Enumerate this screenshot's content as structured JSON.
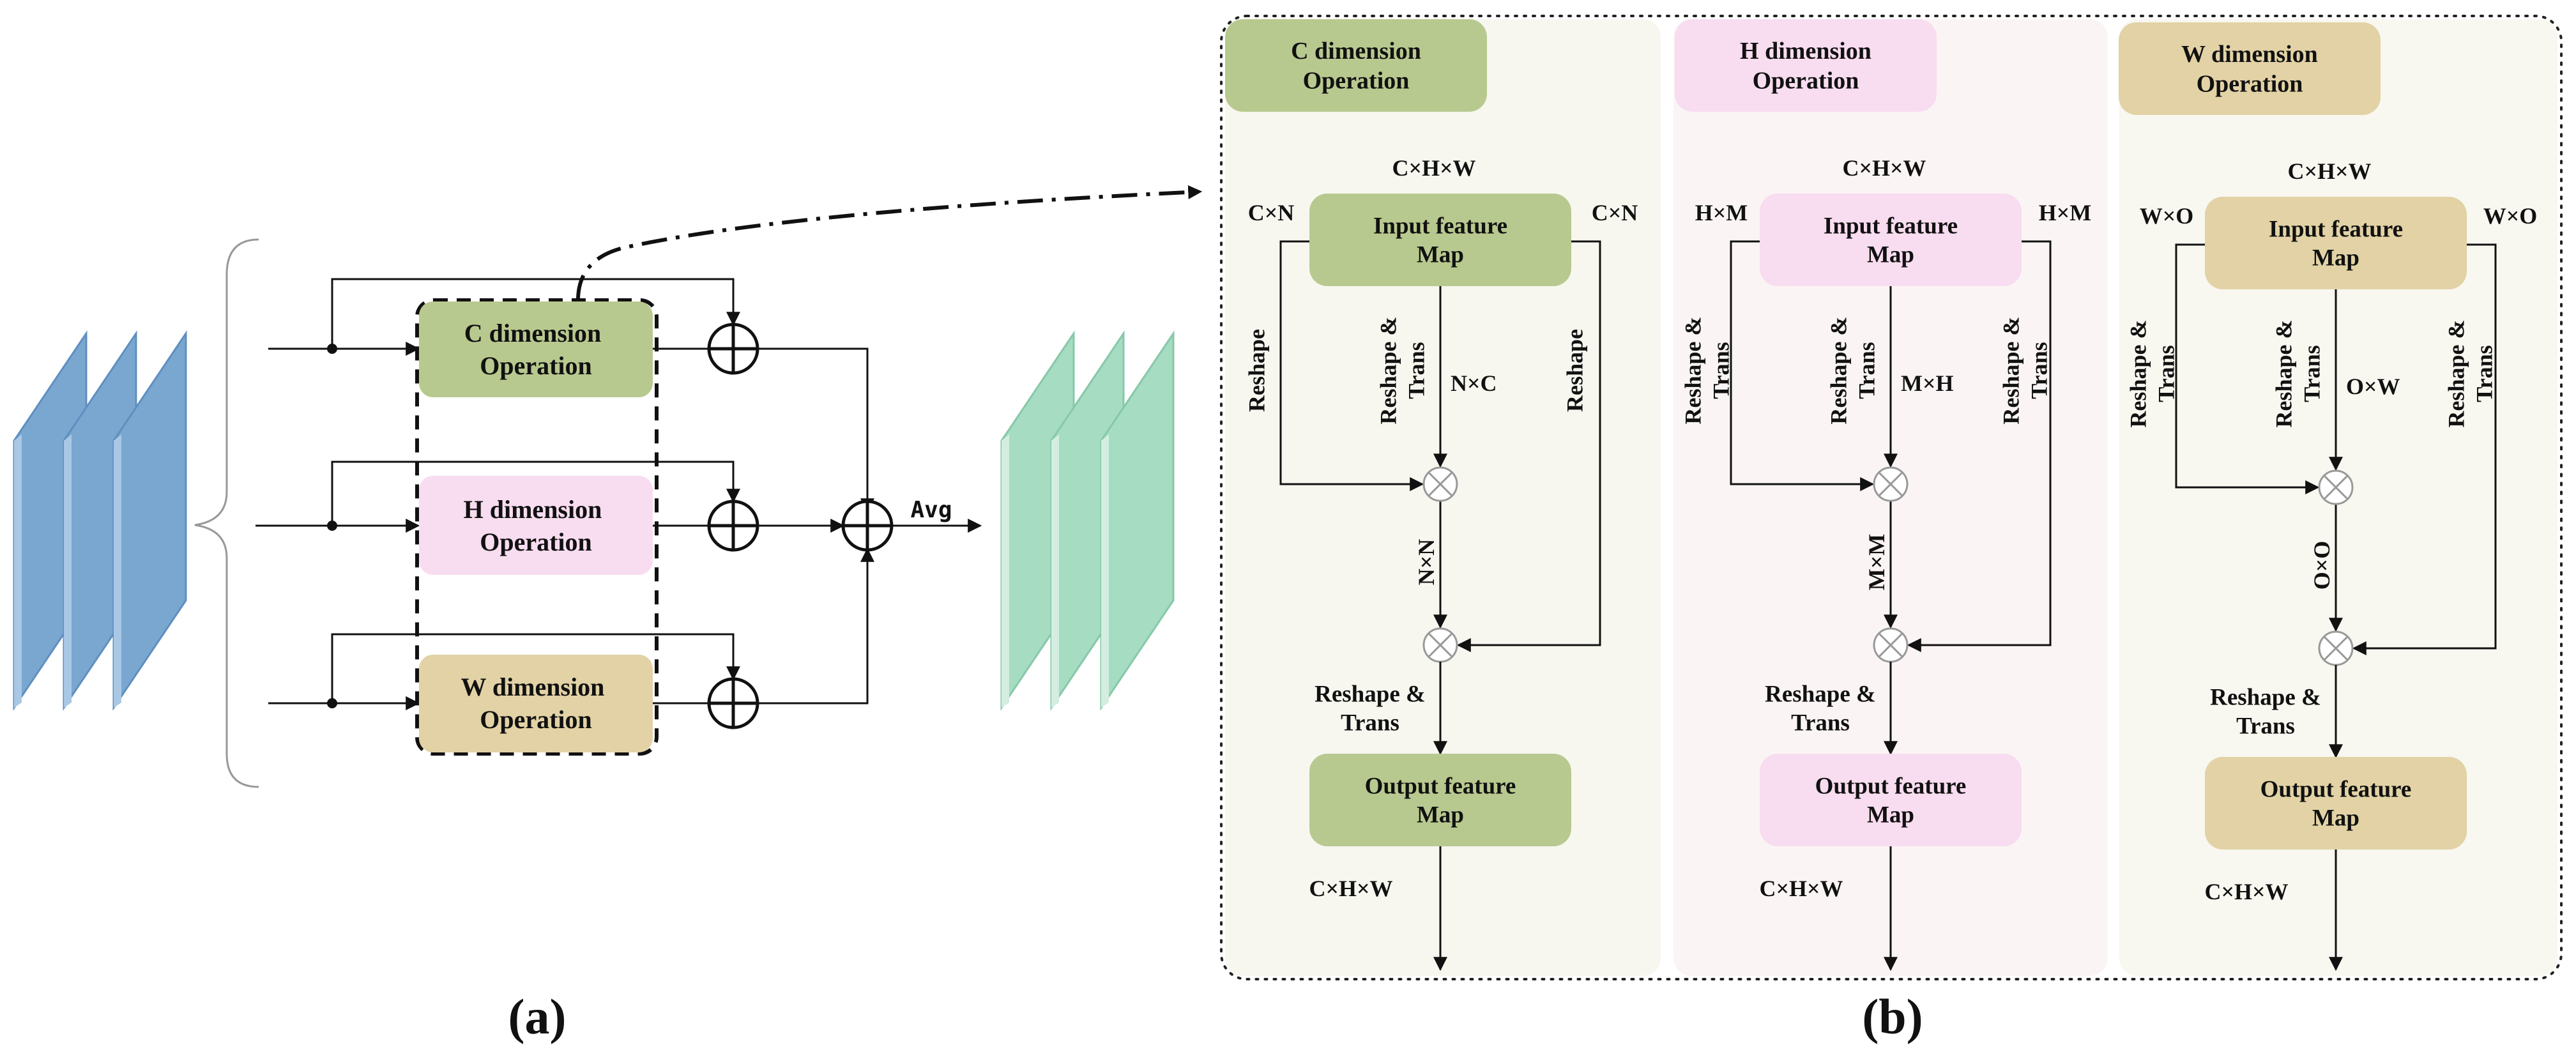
{
  "colors": {
    "c_op": "#b8c98f",
    "h_op": "#f8dcf0",
    "w_op": "#e2d2a5",
    "input_blue": "#7aa7d0",
    "output_green": "#a5dcc2",
    "panel_c_bg": "#f7f7f0",
    "panel_h_bg": "#fbf4f4",
    "panel_w_bg": "#f8f7f0",
    "line": "#111111"
  },
  "part_a": {
    "c_block": [
      "C dimension",
      "Operation"
    ],
    "h_block": [
      "H dimension",
      "Operation"
    ],
    "w_block": [
      "W dimension",
      "Operation"
    ],
    "avg_label": "Avg",
    "caption": "(a)"
  },
  "part_b": {
    "caption": "(b)",
    "panels": [
      {
        "header": [
          "C dimension",
          "Operation"
        ],
        "top_dim": "C×H×W",
        "left_dim": "C×N",
        "right_dim": "C×N",
        "input": [
          "Input feature",
          "Map"
        ],
        "left_branch": [
          "Reshape"
        ],
        "center_branch": [
          "Reshape &",
          "Trans"
        ],
        "right_branch": [
          "Reshape"
        ],
        "center_dim": "N×C",
        "mid_dim": "N×N",
        "lower_label": [
          "Reshape &",
          "Trans"
        ],
        "output": [
          "Output feature",
          "Map"
        ],
        "bottom_dim": "C×H×W"
      },
      {
        "header": [
          "H dimension",
          "Operation"
        ],
        "top_dim": "C×H×W",
        "left_dim": "H×M",
        "right_dim": "H×M",
        "input": [
          "Input feature",
          "Map"
        ],
        "left_branch": [
          "Reshape &",
          "Trans"
        ],
        "center_branch": [
          "Reshape &",
          "Trans"
        ],
        "right_branch": [
          "Reshape &",
          "Trans"
        ],
        "center_dim": "M×H",
        "mid_dim": "M×M",
        "lower_label": [
          "Reshape &",
          "Trans"
        ],
        "output": [
          "Output feature",
          "Map"
        ],
        "bottom_dim": "C×H×W"
      },
      {
        "header": [
          "W dimension",
          "Operation"
        ],
        "top_dim": "C×H×W",
        "left_dim": "W×O",
        "right_dim": "W×O",
        "input": [
          "Input feature",
          "Map"
        ],
        "left_branch": [
          "Reshape &",
          "Trans"
        ],
        "center_branch": [
          "Reshape &",
          "Trans"
        ],
        "right_branch": [
          "Reshape &",
          "Trans"
        ],
        "center_dim": "O×W",
        "mid_dim": "O×O",
        "lower_label": [
          "Reshape &",
          "Trans"
        ],
        "output": [
          "Output feature",
          "Map"
        ],
        "bottom_dim": "C×H×W"
      }
    ]
  }
}
